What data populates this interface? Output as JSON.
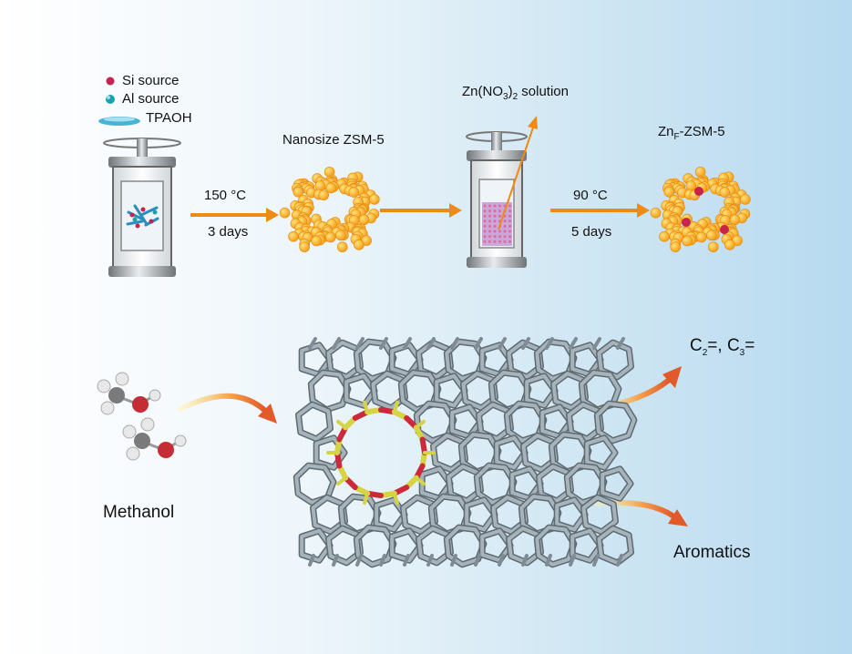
{
  "legend": {
    "si_source": "Si source",
    "al_source": "Al source",
    "tpaoh": "TPAOH"
  },
  "step1": {
    "temperature": "150 °C",
    "time": "3 days"
  },
  "nano_label": "Nanosize ZSM-5",
  "zn_solution": {
    "prefix": "Zn(NO",
    "sub3": "3",
    "close": ")",
    "sub2": "2",
    "suffix": " solution"
  },
  "step2": {
    "temperature": "90 °C",
    "time": "5 days"
  },
  "product": {
    "base": "Zn",
    "sub": "F",
    "suffix": "-ZSM-5"
  },
  "products": {
    "olefins": {
      "c2": "C",
      "c2sub": "2",
      "eq1": "=, C",
      "c3sub": "3",
      "eq2": "="
    },
    "aromatics": "Aromatics"
  },
  "methanol": "Methanol",
  "colors": {
    "arrow": "#ef8a14",
    "cluster": "#f7b21c",
    "si": "#c8234c",
    "al": "#1aa1b0",
    "tpaoh": "#45b4d6",
    "framework": "#7f8c95",
    "ring_o": "#cc2a3c",
    "ring_si": "#d4d444"
  }
}
